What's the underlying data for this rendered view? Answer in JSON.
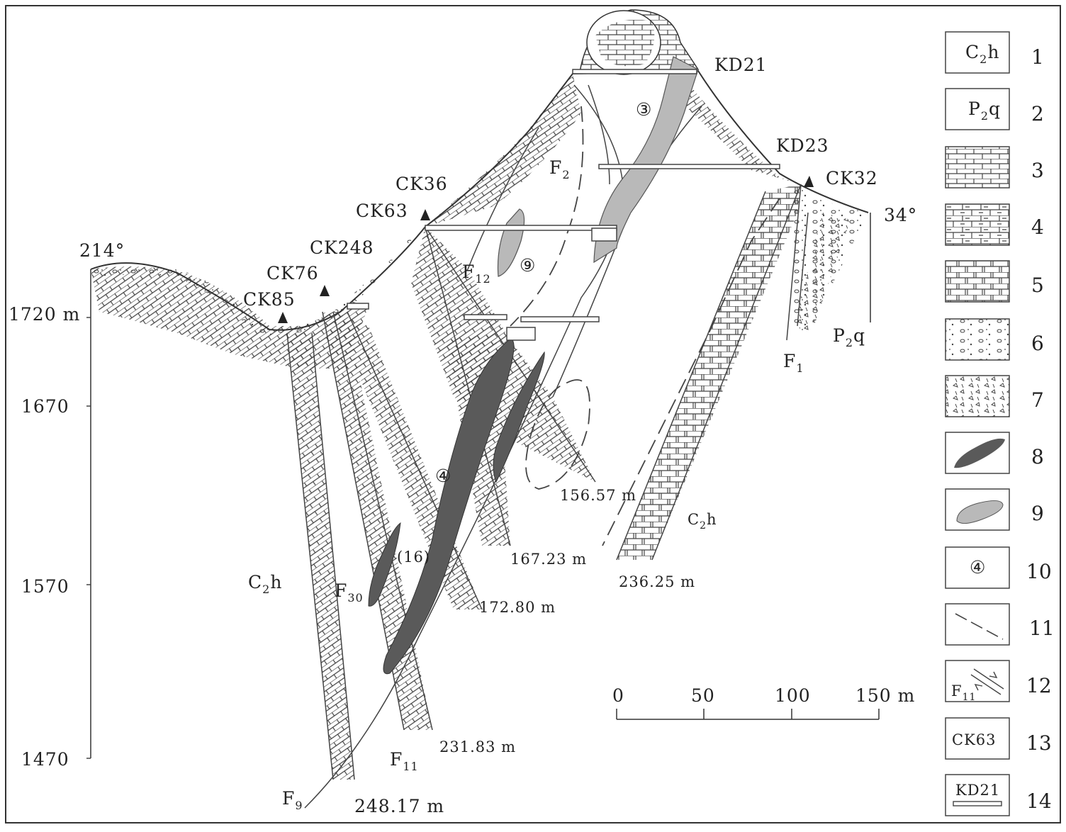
{
  "section": {
    "azimuth_left": "214°",
    "azimuth_right": "34°",
    "elevation_ticks": [
      {
        "label": "1720 m",
        "elev": 1720
      },
      {
        "label": "1670",
        "elev": 1670
      },
      {
        "label": "1570",
        "elev": 1570
      },
      {
        "label": "1470",
        "elev": 1470
      }
    ]
  },
  "drillholes": {
    "ck36": "CK36",
    "ck63": "CK63",
    "ck248": "CK248",
    "ck76": "CK76",
    "ck85": "CK85",
    "ck32": "CK32"
  },
  "adits": {
    "kd21": "KD21",
    "kd23": "KD23"
  },
  "faults": {
    "f2": {
      "base": "F",
      "sub": "2"
    },
    "f12": {
      "base": "F",
      "sub": "12"
    },
    "f1": {
      "base": "F",
      "sub": "1"
    },
    "f30": {
      "base": "F",
      "sub": "30"
    },
    "f11": {
      "base": "F",
      "sub": "11"
    },
    "f9": {
      "base": "F",
      "sub": "9"
    }
  },
  "orebodies": {
    "ob3": "③",
    "ob9": "⑨",
    "ob4": "④",
    "ob16": "(16)"
  },
  "formations": {
    "c2h": {
      "base": "C",
      "sub": "2",
      "tail": "h"
    },
    "p2q": {
      "base": "P",
      "sub": "2",
      "tail": "q"
    }
  },
  "depths": {
    "d15657": "156.57 m",
    "d16723": "167.23 m",
    "d23625": "236.25 m",
    "d17280": "172.80 m",
    "d23183": "231.83 m",
    "d24817": "248.17 m"
  },
  "scale": {
    "t0": "0",
    "t50": "50",
    "t100": "100",
    "t150": "150 m"
  },
  "legend": [
    {
      "num": "1",
      "text": "C₂h"
    },
    {
      "num": "2",
      "text": "P₂q"
    },
    {
      "num": "3",
      "text": ""
    },
    {
      "num": "4",
      "text": ""
    },
    {
      "num": "5",
      "text": ""
    },
    {
      "num": "6",
      "text": ""
    },
    {
      "num": "7",
      "text": ""
    },
    {
      "num": "8",
      "text": ""
    },
    {
      "num": "9",
      "text": ""
    },
    {
      "num": "10",
      "text": "④"
    },
    {
      "num": "11",
      "text": ""
    },
    {
      "num": "12",
      "text": "F₁₁"
    },
    {
      "num": "13",
      "text": "CK63"
    },
    {
      "num": "14",
      "text": "KD21"
    }
  ],
  "colors": {
    "ore_dark": "#5a5a5a",
    "ore_light": "#b9b9b9",
    "line": "#333333"
  }
}
